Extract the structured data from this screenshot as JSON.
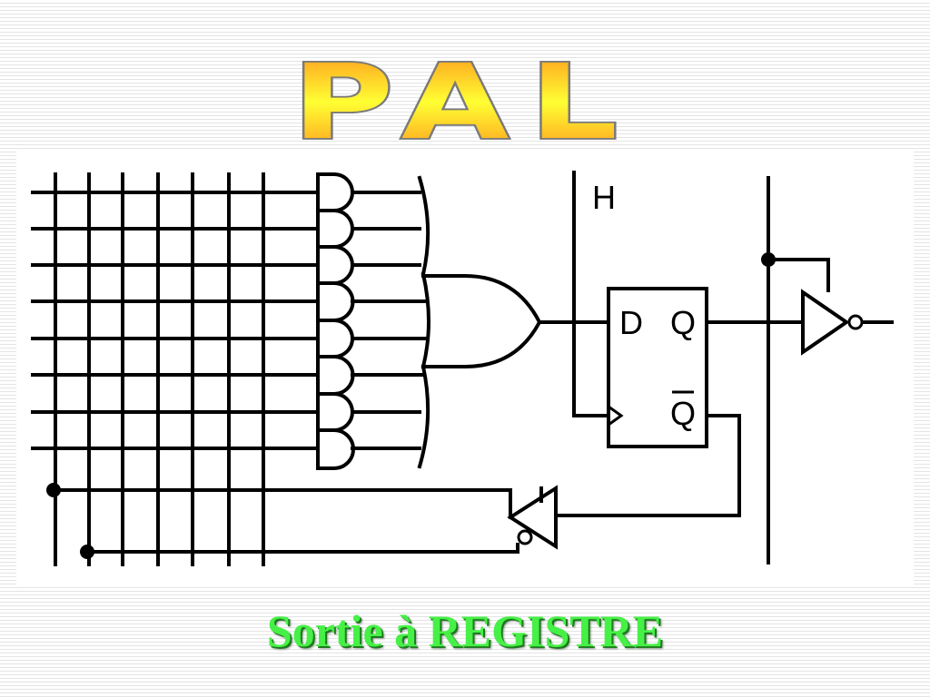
{
  "slide": {
    "title": "PAL",
    "subtitle": "Sortie à REGISTRE"
  },
  "schematic": {
    "clock_label": "H",
    "flipflop": {
      "d_label": "D",
      "q_label": "Q",
      "qbar_label": "Q"
    }
  },
  "colors": {
    "title_top": "#ff8c1a",
    "title_middle": "#ffff33",
    "subtitle": "#46f046",
    "wires": "#000000"
  }
}
